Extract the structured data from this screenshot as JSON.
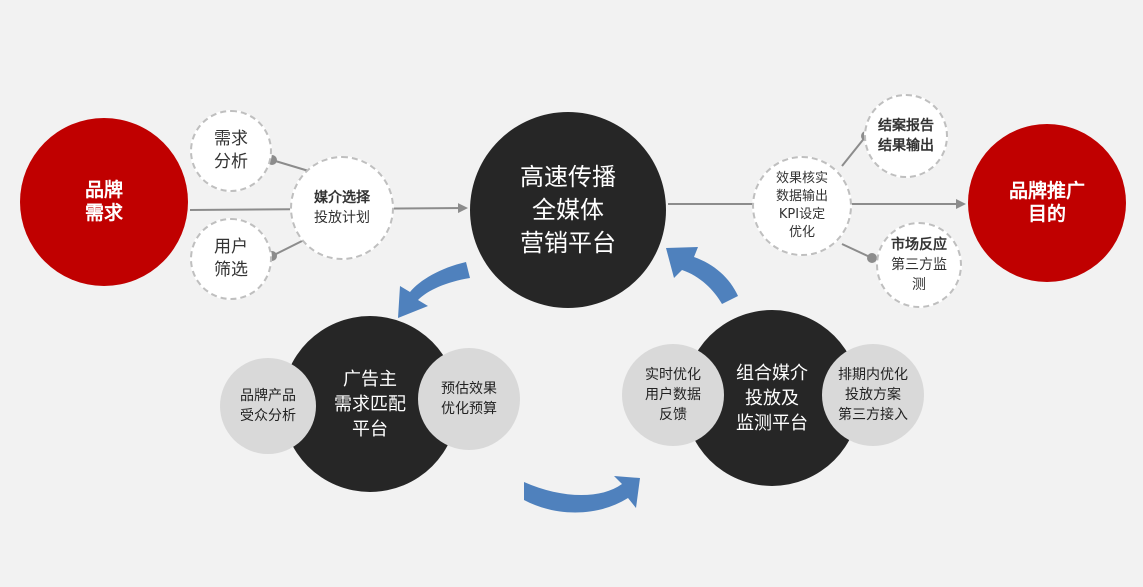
{
  "left_target": {
    "lines": [
      "品牌",
      "需求"
    ]
  },
  "needs_analysis": {
    "lines": [
      "需求",
      "分析"
    ]
  },
  "user_filter": {
    "lines": [
      "用户",
      "筛选"
    ]
  },
  "media_choice": {
    "title": "媒介选择",
    "sub": "投放计划"
  },
  "center": {
    "lines": [
      "高速传播",
      "全媒体",
      "营销平台"
    ]
  },
  "effect_core": {
    "lines": [
      "效果核实",
      "数据输出",
      "KPI设定",
      "优化"
    ]
  },
  "case_report": {
    "lines": [
      "结案报告",
      "结果输出"
    ]
  },
  "market_feedback": {
    "title": "市场反应",
    "sub": [
      "第三方监",
      "测"
    ]
  },
  "right_target": {
    "lines": [
      "品牌推广",
      "目的"
    ]
  },
  "ad_platform": {
    "lines": [
      "广告主",
      "需求匹配",
      "平台"
    ]
  },
  "brand_product": {
    "lines": [
      "品牌产品",
      "受众分析"
    ]
  },
  "estimate": {
    "lines": [
      "预估效果",
      "优化预算"
    ]
  },
  "media_platform": {
    "lines": [
      "组合媒介",
      "投放及",
      "监测平台"
    ]
  },
  "realtime": {
    "lines": [
      "实时优化",
      "用户数据",
      "反馈"
    ]
  },
  "schedule": {
    "lines": [
      "排期内优化",
      "投放方案",
      "第三方接入"
    ]
  },
  "colors": {
    "red": "#c00000",
    "dark": "#262626",
    "blue_arrow": "#4f81bd",
    "line": "#8c8c8c"
  }
}
